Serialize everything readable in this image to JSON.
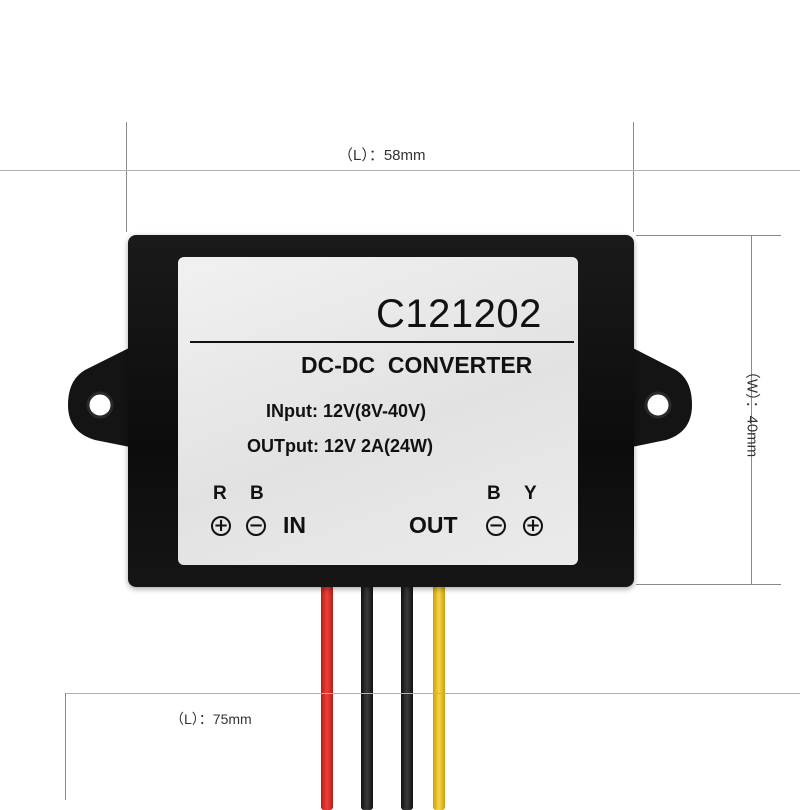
{
  "dimensions": {
    "top_length": "（L）：58mm",
    "side_width": "（W）：40mm",
    "cable_length": "（L）：75mm"
  },
  "label": {
    "model": "C121202",
    "type": "DC-DC  CONVERTER",
    "input_spec": "INput: 12V(8V-40V)",
    "output_spec": "OUTput: 12V 2A(24W)",
    "in_terminal": {
      "pos_letter": "R",
      "neg_letter": "B",
      "pos_symbol": "+",
      "neg_symbol": "−",
      "text": "IN"
    },
    "out_terminal": {
      "text": "OUT",
      "neg_letter": "B",
      "pos_letter": "Y",
      "neg_symbol": "−",
      "pos_symbol": "+"
    }
  },
  "wires": [
    {
      "color": "#e8302a"
    },
    {
      "color": "#2a2a2a"
    },
    {
      "color": "#2a2a2a"
    },
    {
      "color": "#f0c419"
    }
  ]
}
